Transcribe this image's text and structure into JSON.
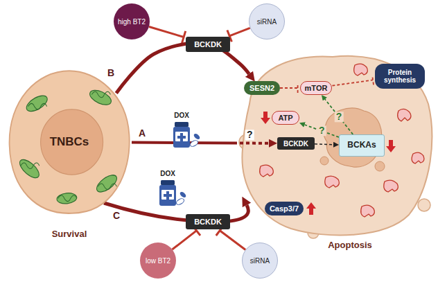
{
  "diagram": {
    "nodes": [
      {
        "text": [
          "TNBCs"
        ]
      },
      {
        "text": [
          "high BT2"
        ]
      },
      {
        "text": [
          "siRNA"
        ]
      },
      {
        "text": [
          "BCKDK"
        ]
      },
      {
        "text": [
          "SESN2"
        ]
      },
      {
        "text": [
          "mTOR"
        ]
      },
      {
        "text": [
          "Protein synthesis"
        ]
      },
      {
        "text": [
          "ATP"
        ]
      },
      {
        "text": [
          "BCKDK"
        ]
      },
      {
        "text": [
          "BCKAs"
        ]
      },
      {
        "text": [
          "Casp3/7"
        ]
      },
      {
        "text": [
          "BCKDK"
        ]
      },
      {
        "text": [
          "low BT2"
        ]
      },
      {
        "text": [
          "siRNA"
        ]
      }
    ],
    "edges": [
      {
        "from": 1,
        "to": 3,
        "arrow": "to"
      },
      {
        "from": 2,
        "to": 3,
        "arrow": "to"
      },
      {
        "from": 0,
        "to": 4,
        "arrow": "to"
      },
      {
        "from": 0,
        "to": 8,
        "arrow": "to",
        "label": "?"
      },
      {
        "from": 8,
        "to": 9,
        "arrow": "to"
      },
      {
        "from": 9,
        "to": 7,
        "arrow": "to",
        "label": "?"
      },
      {
        "from": 9,
        "to": 5,
        "arrow": "to",
        "label": "?"
      },
      {
        "from": 4,
        "to": 5,
        "arrow": "to"
      },
      {
        "from": 5,
        "to": 6,
        "arrow": "to"
      },
      {
        "from": 12,
        "to": 11,
        "arrow": "to"
      },
      {
        "from": 13,
        "to": 11,
        "arrow": "to"
      }
    ],
    "labels": [
      "A",
      "B",
      "C",
      "DOX",
      "DOX",
      "Survival",
      "Apoptosis"
    ]
  }
}
